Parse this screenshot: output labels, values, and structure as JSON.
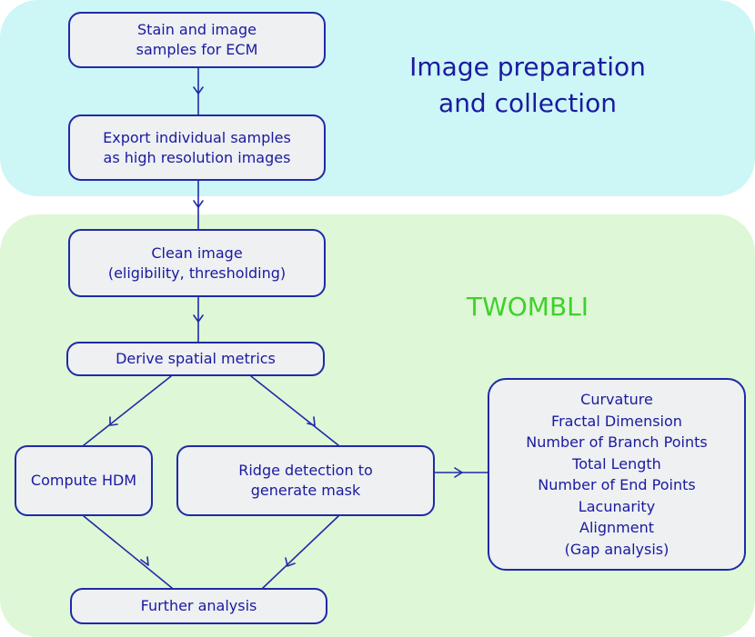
{
  "regions": {
    "image_prep": {
      "title_lines": [
        "Image preparation",
        "and collection"
      ]
    },
    "twombli": {
      "title": "TWOMBLI"
    }
  },
  "boxes": {
    "stain": [
      "Stain and image",
      "samples for ECM"
    ],
    "export": [
      "Export individual samples",
      "as high resolution images"
    ],
    "clean": [
      "Clean image",
      "(eligibility, thresholding)"
    ],
    "derive": [
      "Derive spatial metrics"
    ],
    "hdm": [
      "Compute HDM"
    ],
    "ridge": [
      "Ridge detection to",
      "generate mask"
    ],
    "further": [
      "Further analysis"
    ],
    "metrics": [
      "Curvature",
      "Fractal Dimension",
      "Number of Branch Points",
      "Total Length",
      "Number of End Points",
      "Lacunarity",
      "Alignment",
      "(Gap analysis)"
    ]
  },
  "colors": {
    "top_region": "#cdf6f6",
    "bottom_region": "#def7d6",
    "box_fill": "#eef0f2",
    "box_border": "#1f2aa8",
    "text": "#1a1aa0",
    "twombli_title": "#3ed12a"
  }
}
